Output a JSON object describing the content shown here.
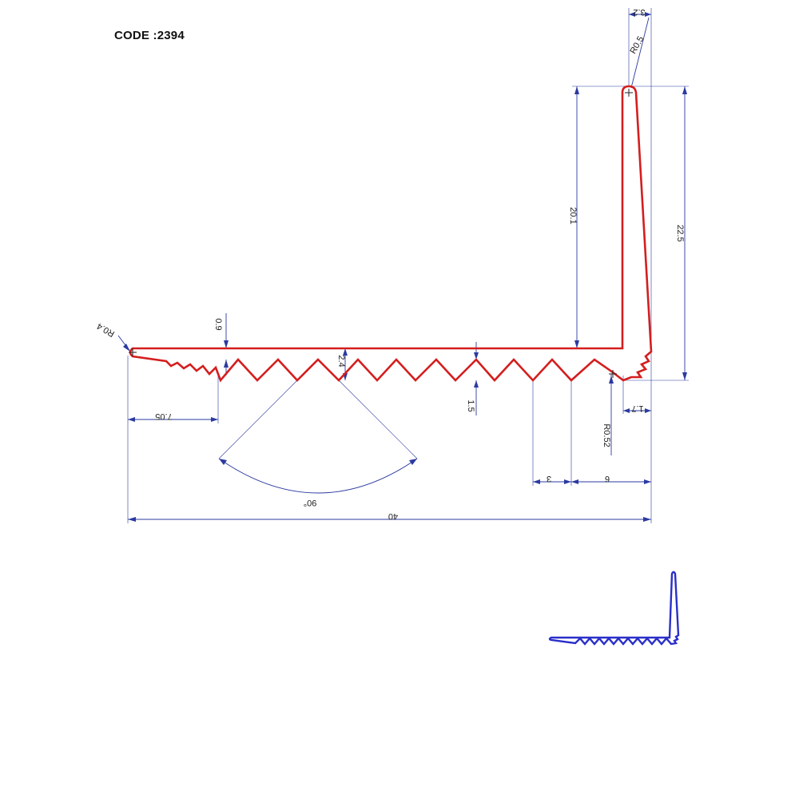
{
  "code_label": "CODE :2394",
  "dimensions": {
    "top_gap": "3.2",
    "radius_top": "R0.5",
    "vertical_inner": "20.1",
    "vertical_outer": "22.5",
    "radius_left": "R0.4",
    "top_thickness": "0.9",
    "tooth_height": "2.4",
    "tooth_depth": "1.5",
    "left_offset": "7.05",
    "tooth_angle": "90°",
    "radius_inner": "R0.52",
    "corner_offset": "1.7",
    "pitch": "3",
    "end_offset": "6",
    "overall_width": "40"
  },
  "colors": {
    "profile": "#d41e1e",
    "dimension": "#2b3aa0",
    "thumbnail": "#2a2fc9"
  }
}
